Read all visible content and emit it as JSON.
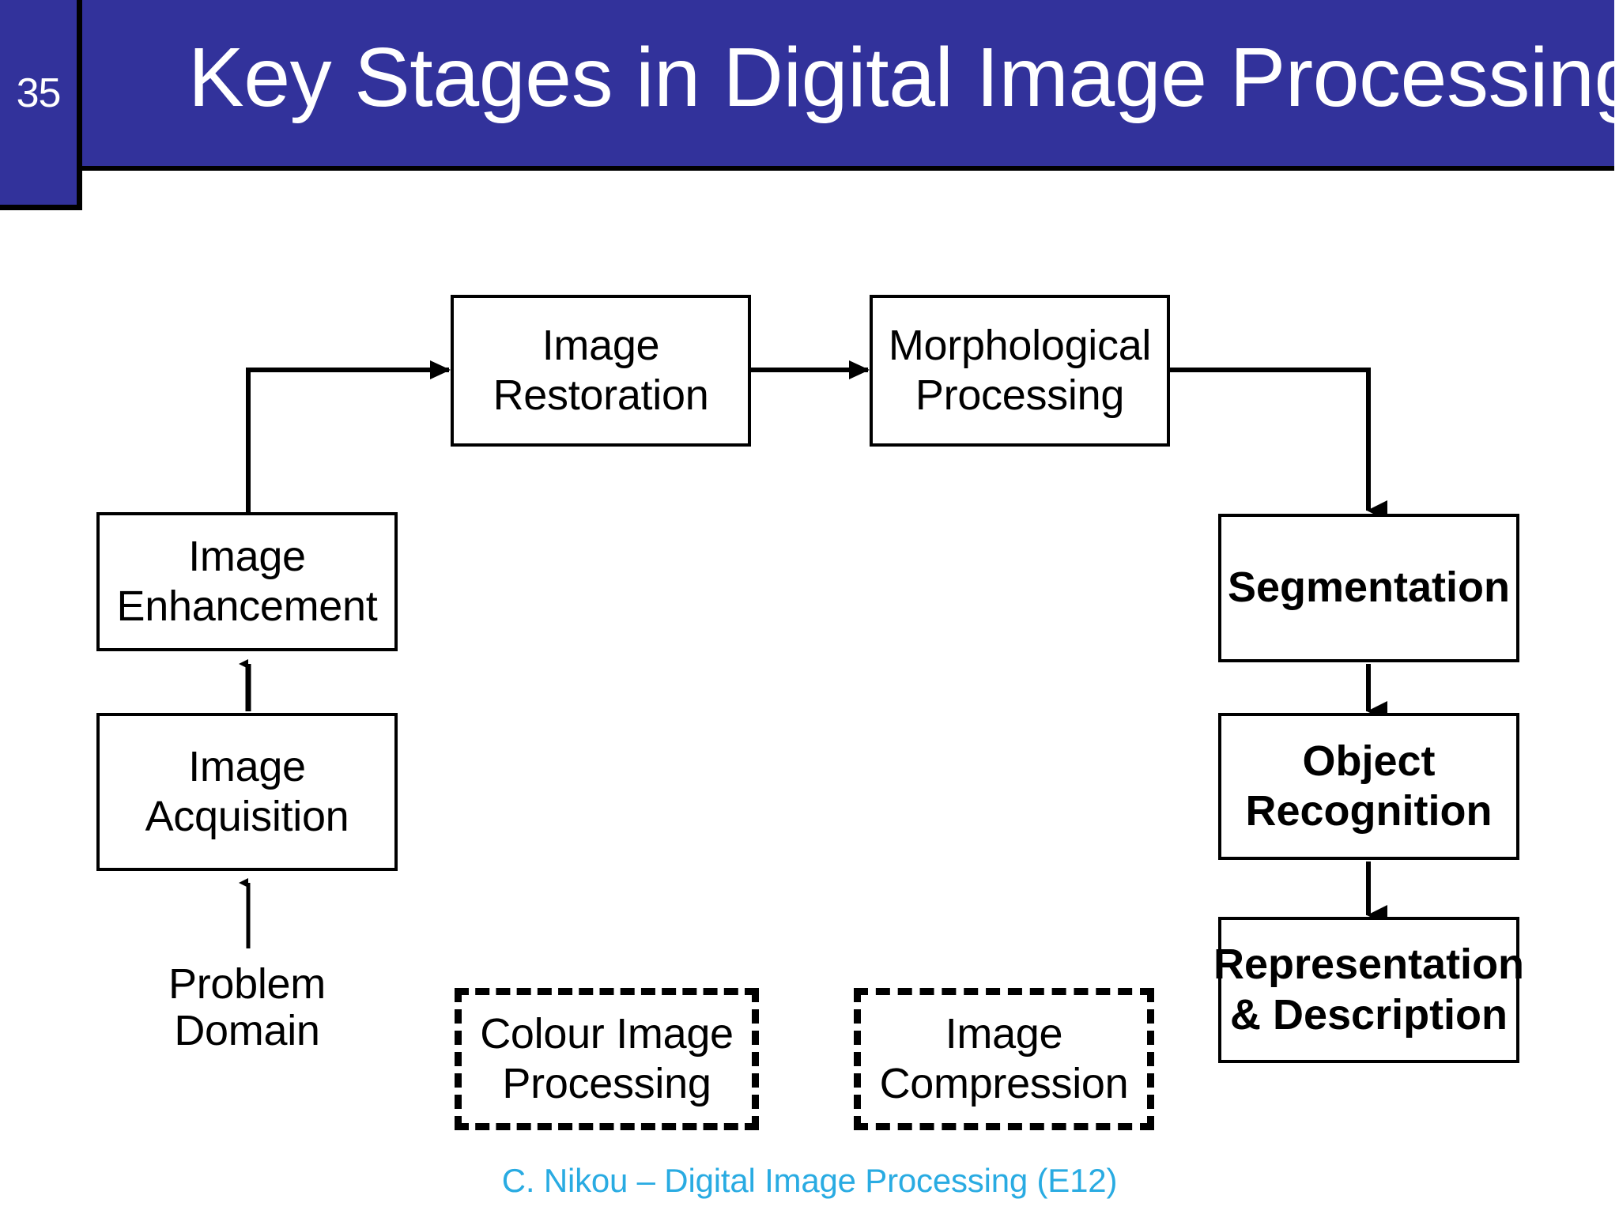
{
  "header": {
    "slide_number": "35",
    "title": "Key Stages in Digital Image Processing",
    "bar_color": "#32329B",
    "title_color": "#ffffff",
    "divider_color": "#000000"
  },
  "diagram": {
    "type": "flowchart",
    "nodes": [
      {
        "id": "image-restoration",
        "label": "Image\nRestoration",
        "line1": "Image",
        "line2": "Restoration",
        "style": "solid"
      },
      {
        "id": "morphological",
        "label": "Morphological\nProcessing",
        "line1": "Morphological",
        "line2": "Processing",
        "style": "solid"
      },
      {
        "id": "image-enhancement",
        "label": "Image\nEnhancement",
        "line1": "Image",
        "line2": "Enhancement",
        "style": "solid"
      },
      {
        "id": "image-acquisition",
        "label": "Image\nAcquisition",
        "line1": "Image",
        "line2": "Acquisition",
        "style": "solid"
      },
      {
        "id": "segmentation",
        "label": "Segmentation",
        "line1": "Segmentation",
        "line2": "",
        "style": "solid"
      },
      {
        "id": "object-recognition",
        "label": "Object\nRecognition",
        "line1": "Object",
        "line2": "Recognition",
        "style": "solid"
      },
      {
        "id": "representation",
        "label": "Representation\n& Description",
        "line1": "Representation",
        "line2": "& Description",
        "style": "solid"
      },
      {
        "id": "colour-image-processing",
        "label": "Colour Image\nProcessing",
        "line1": "Colour Image",
        "line2": "Processing",
        "style": "dashed"
      },
      {
        "id": "image-compression",
        "label": "Image\nCompression",
        "line1": "Image",
        "line2": "Compression",
        "style": "dashed"
      }
    ],
    "free_label": "Problem Domain",
    "edges": [
      {
        "from": "problem-domain",
        "to": "image-acquisition",
        "kind": "arrow-up"
      },
      {
        "from": "image-acquisition",
        "to": "image-enhancement",
        "kind": "arrow-up"
      },
      {
        "from": "image-enhancement",
        "to": "image-restoration",
        "kind": "elbow-right"
      },
      {
        "from": "image-restoration",
        "to": "morphological",
        "kind": "arrow-right"
      },
      {
        "from": "morphological",
        "to": "segmentation",
        "kind": "elbow-down"
      },
      {
        "from": "segmentation",
        "to": "object-recognition",
        "kind": "arrow-down"
      },
      {
        "from": "object-recognition",
        "to": "representation",
        "kind": "arrow-down"
      }
    ],
    "line_color": "#000000",
    "box_fill": "#ffffff",
    "text_color": "#000000"
  },
  "footer": {
    "credit": "C. Nikou – Digital Image Processing (E12)",
    "color": "#29ABE2"
  }
}
